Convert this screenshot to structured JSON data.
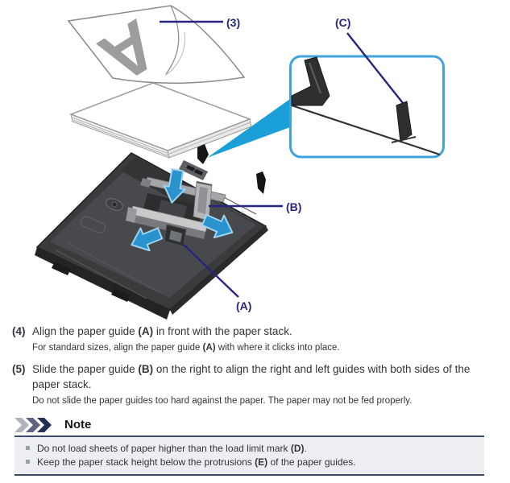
{
  "diagram": {
    "labels": {
      "paper": "(3)",
      "guide_c": "(C)",
      "guide_b": "(B)",
      "guide_a": "(A)"
    },
    "watermark": "A",
    "colors": {
      "label_navy": "#26267E",
      "callout_border": "#3FA3DC",
      "wedge_blue": "#1A9FD8",
      "arrow_fill": "#2A93CD",
      "arrow_stroke": "#9FD2EF",
      "tray_dark": "#3A3B3D",
      "paper_edge_gray": "#9B9B9B",
      "watermark_gray": "#9D9D9D"
    }
  },
  "steps": [
    {
      "number": "(4)",
      "main": [
        {
          "t": "Align the paper guide ",
          "b": false
        },
        {
          "t": "(A)",
          "b": true
        },
        {
          "t": " in front with the paper stack.",
          "b": false
        }
      ],
      "sub": [
        {
          "t": "For standard sizes, align the paper guide ",
          "b": false
        },
        {
          "t": "(A)",
          "b": true
        },
        {
          "t": " with where it clicks into place.",
          "b": false
        }
      ]
    },
    {
      "number": "(5)",
      "main": [
        {
          "t": "Slide the paper guide ",
          "b": false
        },
        {
          "t": "(B)",
          "b": true
        },
        {
          "t": " on the right to align the right and left guides with both sides of the paper stack.",
          "b": false
        }
      ],
      "sub": [
        {
          "t": "Do not slide the paper guides too hard against the paper. The paper may not be fed properly.",
          "b": false
        }
      ]
    }
  ],
  "note": {
    "title": "Note",
    "items": [
      [
        {
          "t": "Do not load sheets of paper higher than the load limit mark ",
          "b": false
        },
        {
          "t": "(D)",
          "b": true
        },
        {
          "t": ".",
          "b": false
        }
      ],
      [
        {
          "t": "Keep the paper stack height below the protrusions ",
          "b": false
        },
        {
          "t": "(E)",
          "b": true
        },
        {
          "t": " of the paper guides.",
          "b": false
        }
      ]
    ],
    "colors": {
      "rule": "#3D4A6B",
      "bg": "#ECEEF2",
      "chevron1": "#AEB3BE",
      "chevron2": "#5C6480",
      "chevron3": "#252E57"
    }
  }
}
